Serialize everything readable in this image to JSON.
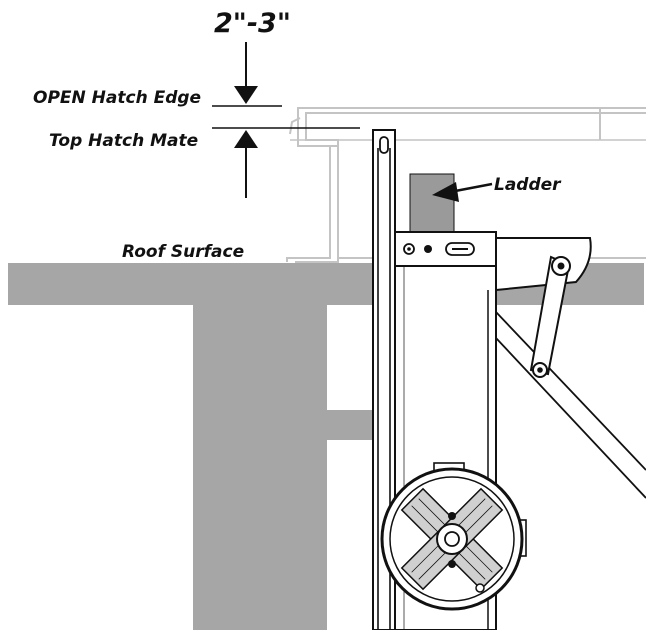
{
  "labels": {
    "dimension": "2\"-3\"",
    "open_hatch_edge": "OPEN Hatch Edge",
    "top_hatch_mate": "Top Hatch Mate",
    "ladder": "Ladder",
    "roof_surface": "Roof Surface"
  },
  "colors": {
    "structure_gray": "#a6a6a6",
    "line": "#111111",
    "hatch_outline": "#c4c4c4",
    "ladder_block": "#9a9a9a"
  }
}
